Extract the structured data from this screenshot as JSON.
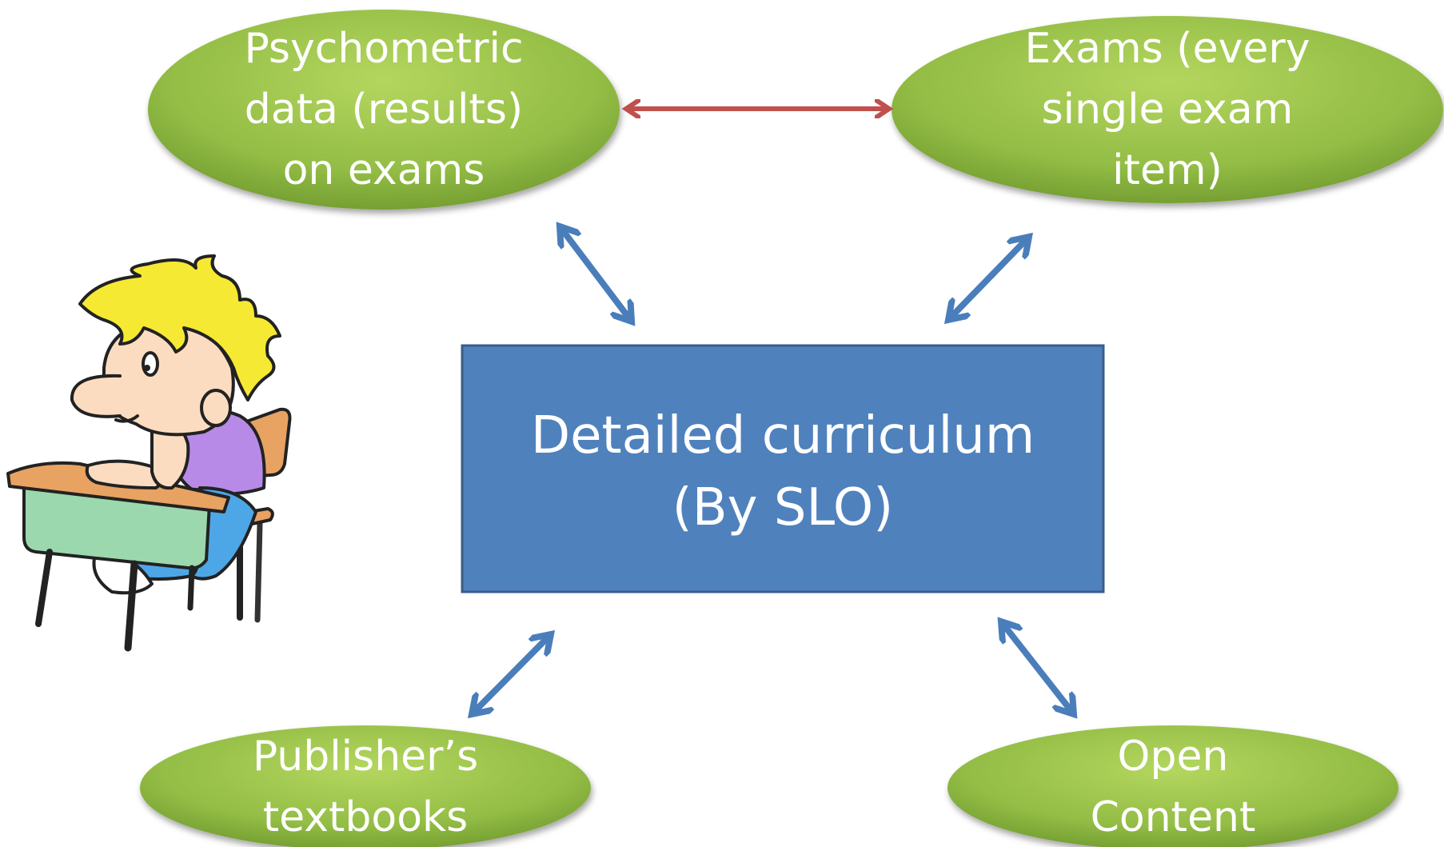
{
  "nodes": {
    "psychometric": {
      "lines": [
        "Psychometric",
        "data (results)",
        "on exams"
      ]
    },
    "exams": {
      "lines": [
        "Exams (every",
        "single exam",
        "item)"
      ]
    },
    "curriculum": {
      "lines": [
        "Detailed curriculum",
        "(By SLO)"
      ]
    },
    "textbooks": {
      "lines": [
        "Publisher’s",
        "textbooks"
      ]
    },
    "open_content": {
      "lines": [
        "Open",
        "Content"
      ]
    }
  },
  "colors": {
    "oval_light": "#a6cc55",
    "oval_dark": "#6f9a2c",
    "box_fill": "#4f81bd",
    "box_stroke": "#385d8a",
    "arrow_blue": "#4a7ebb",
    "arrow_red": "#c0504d"
  },
  "icons": {
    "illustration": "student-at-desk-clipart"
  }
}
